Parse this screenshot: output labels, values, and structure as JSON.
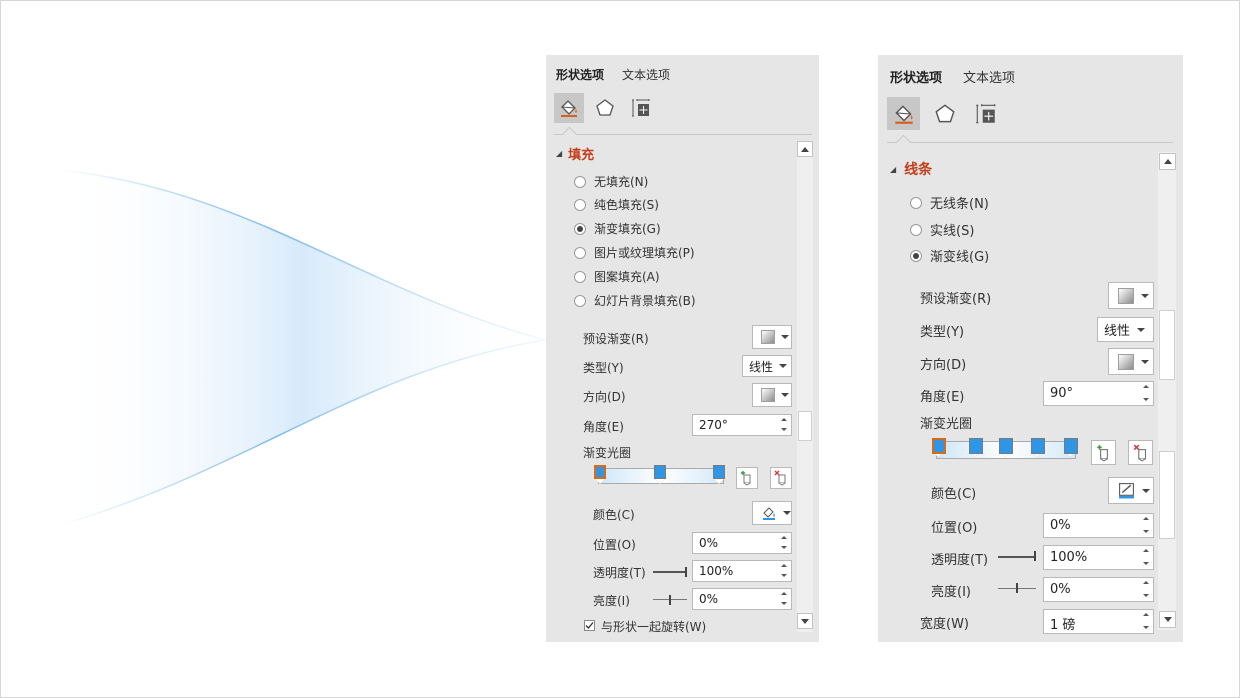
{
  "colors": {
    "accent": "#c43e1c",
    "gradient_stop": "#2f95e5",
    "selected_stop": "#d96a16",
    "panel_bg": "#e6e6e6"
  },
  "panel1": {
    "tabs": [
      {
        "label": "形状选项"
      },
      {
        "label": "文本选项"
      }
    ],
    "icons": [
      "fill-line-icon",
      "effects-pentagon-icon",
      "size-properties-icon"
    ],
    "section": "填充",
    "options": [
      {
        "label": "无填充(N)",
        "selected": false
      },
      {
        "label": "纯色填充(S)",
        "selected": false
      },
      {
        "label": "渐变填充(G)",
        "selected": true
      },
      {
        "label": "图片或纹理填充(P)",
        "selected": false
      },
      {
        "label": "图案填充(A)",
        "selected": false
      },
      {
        "label": "幻灯片背景填充(B)",
        "selected": false
      }
    ],
    "preset_label": "预设渐变(R)",
    "type_label": "类型(Y)",
    "type_value": "线性",
    "direction_label": "方向(D)",
    "angle_label": "角度(E)",
    "angle_value": "270°",
    "stops_label": "渐变光圈",
    "stops_count": 3,
    "color_label": "颜色(C)",
    "position_label": "位置(O)",
    "position_value": "0%",
    "transparency_label": "透明度(T)",
    "transparency_value": "100%",
    "brightness_label": "亮度(I)",
    "brightness_value": "0%",
    "rotate_label": "与形状一起旋转(W)",
    "rotate_checked": true
  },
  "panel2": {
    "tabs": [
      {
        "label": "形状选项"
      },
      {
        "label": "文本选项"
      }
    ],
    "icons": [
      "fill-line-icon",
      "effects-pentagon-icon",
      "size-properties-icon"
    ],
    "section": "线条",
    "options": [
      {
        "label": "无线条(N)",
        "selected": false
      },
      {
        "label": "实线(S)",
        "selected": false
      },
      {
        "label": "渐变线(G)",
        "selected": true
      }
    ],
    "preset_label": "预设渐变(R)",
    "type_label": "类型(Y)",
    "type_value": "线性",
    "direction_label": "方向(D)",
    "angle_label": "角度(E)",
    "angle_value": "90°",
    "stops_label": "渐变光圈",
    "stops_count": 5,
    "color_label": "颜色(C)",
    "position_label": "位置(O)",
    "position_value": "0%",
    "transparency_label": "透明度(T)",
    "transparency_value": "100%",
    "brightness_label": "亮度(I)",
    "brightness_value": "0%",
    "width_label": "宽度(W)",
    "width_value": "1 磅"
  }
}
